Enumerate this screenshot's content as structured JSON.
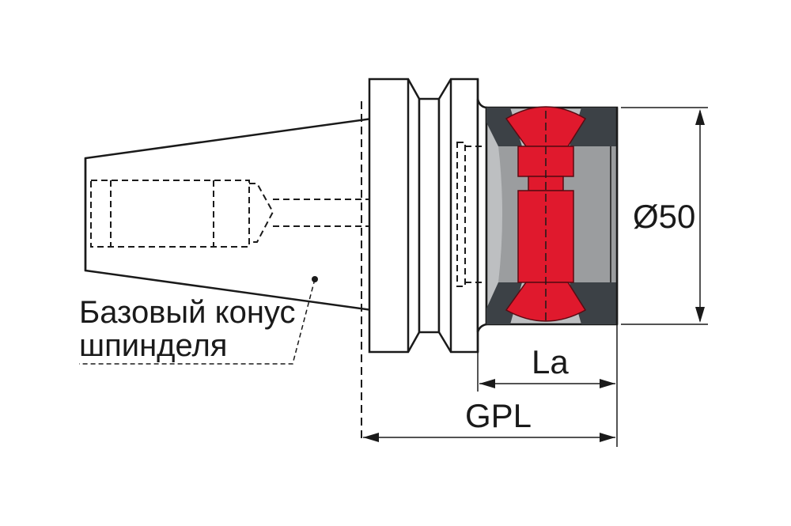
{
  "callout": {
    "line1": "Базовый конус",
    "line2": "шпинделя"
  },
  "dimensions": {
    "diameter": "Ø50",
    "la": "La",
    "gpl": "GPL"
  },
  "colors": {
    "line": "#1a1a1a",
    "red": "#e0192d",
    "dark_gray": "#3c4146",
    "mid_gray": "#9b9d9f",
    "light_gray": "#bdbfc1"
  }
}
